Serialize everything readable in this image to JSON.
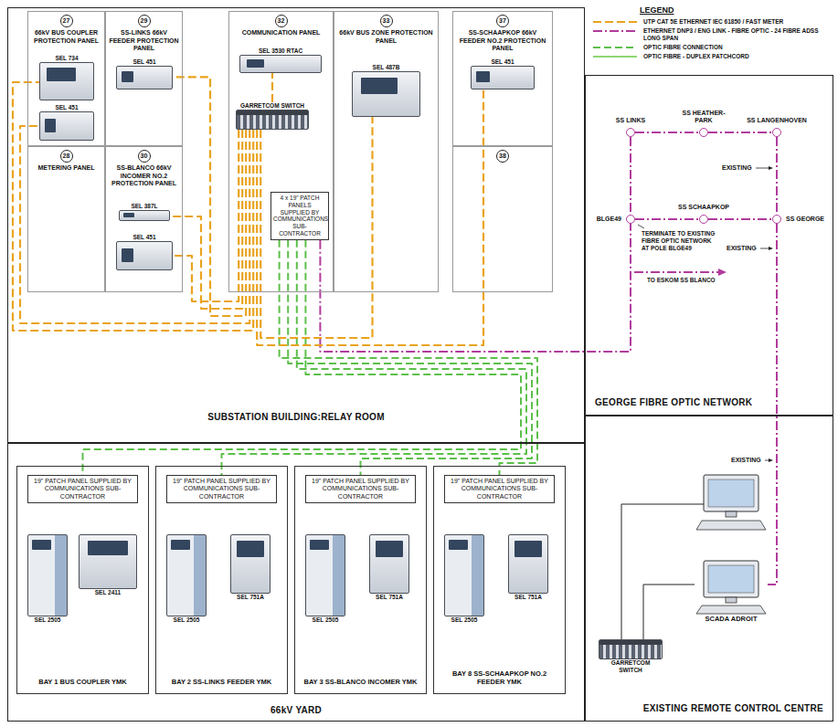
{
  "diagram": {
    "nodes": [
      {
        "text": [
          "SUBSTATION BUILDING:RELAY ROOM"
        ]
      },
      {
        "text": [
          "27",
          "66kV BUS COUPLER PROTECTION PANEL"
        ],
        "in": 0
      },
      {
        "text": [
          "SEL 734"
        ],
        "in": 1
      },
      {
        "text": [
          "SEL 451"
        ],
        "in": 1
      },
      {
        "text": [
          "29",
          "SS-LINKS 66kV FEEDER PROTECTION PANEL"
        ],
        "in": 0
      },
      {
        "text": [
          "SEL 451"
        ],
        "in": 4
      },
      {
        "text": [
          "28",
          "METERING PANEL"
        ],
        "in": 0
      },
      {
        "text": [
          "30",
          "SS-BLANCO 66kV INCOMER NO.2 PROTECTION PANEL"
        ],
        "in": 0
      },
      {
        "text": [
          "SEL 387L"
        ],
        "in": 7
      },
      {
        "text": [
          "SEL 451"
        ],
        "in": 7
      },
      {
        "text": [
          "32",
          "COMMUNICATION PANEL"
        ],
        "in": 0
      },
      {
        "text": [
          "SEL 3530 RTAC"
        ],
        "in": 10
      },
      {
        "text": [
          "GARRETCOM SWITCH"
        ],
        "in": 10
      },
      {
        "text": [
          "4 x 19\" PATCH PANELS SUPPLIED BY COMMUNICATIONS SUB-CONTRACTOR"
        ],
        "in": 10
      },
      {
        "text": [
          "33",
          "66kV BUS ZONE PROTECTION PANEL"
        ],
        "in": 0
      },
      {
        "text": [
          "SEL 487B"
        ],
        "in": 14
      },
      {
        "text": [
          "37",
          "SS-SCHAAPKOP 66kV FEEDER NO.2 PROTECTION PANEL"
        ],
        "in": 0
      },
      {
        "text": [
          "SEL 451"
        ],
        "in": 16
      },
      {
        "text": [
          "38"
        ],
        "in": 0
      },
      {
        "text": [
          "66kV YARD"
        ]
      },
      {
        "text": [
          "BAY 1 BUS COUPLER YMK"
        ],
        "in": 19
      },
      {
        "text": [
          "19\" PATCH PANEL SUPPLIED BY COMMUNICATIONS SUB-CONTRACTOR"
        ],
        "in": 20
      },
      {
        "text": [
          "SEL 2505"
        ],
        "in": 20
      },
      {
        "text": [
          "SEL 2411"
        ],
        "in": 20
      },
      {
        "text": [
          "BAY 2 SS-LINKS FEEDER YMK"
        ],
        "in": 19
      },
      {
        "text": [
          "19\" PATCH PANEL SUPPLIED BY COMMUNICATIONS SUB-CONTRACTOR"
        ],
        "in": 24
      },
      {
        "text": [
          "SEL 2505"
        ],
        "in": 24
      },
      {
        "text": [
          "SEL 751A"
        ],
        "in": 24
      },
      {
        "text": [
          "BAY 3 SS-BLANCO INCOMER YMK"
        ],
        "in": 19
      },
      {
        "text": [
          "19\" PATCH PANEL SUPPLIED BY COMMUNICATIONS SUB-CONTRACTOR"
        ],
        "in": 28
      },
      {
        "text": [
          "SEL 2505"
        ],
        "in": 28
      },
      {
        "text": [
          "SEL 751A"
        ],
        "in": 28
      },
      {
        "text": [
          "BAY 8 SS-SCHAAPKOP NO.2 FEEDER YMK"
        ],
        "in": 19
      },
      {
        "text": [
          "19\" PATCH PANEL SUPPLIED BY COMMUNICATIONS SUB-CONTRACTOR"
        ],
        "in": 32
      },
      {
        "text": [
          "SEL 2505"
        ],
        "in": 32
      },
      {
        "text": [
          "SEL 751A"
        ],
        "in": 32
      },
      {
        "text": [
          "GEORGE FIBRE OPTIC NETWORK"
        ]
      },
      {
        "text": [
          "SS LINKS"
        ],
        "in": 36
      },
      {
        "text": [
          "SS HEATHER-PARK"
        ],
        "in": 36
      },
      {
        "text": [
          "SS LANGENHOVEN"
        ],
        "in": 36
      },
      {
        "text": [
          "BLGE49"
        ],
        "in": 36
      },
      {
        "text": [
          "SS SCHAAPKOP"
        ],
        "in": 36
      },
      {
        "text": [
          "SS GEORGE"
        ],
        "in": 36
      },
      {
        "text": [
          "EXISTING REMOTE CONTROL CENTRE"
        ]
      },
      {
        "text": [
          "GARRETCOM SWITCH"
        ],
        "in": 43
      },
      {
        "text": [
          "SCADA ADROIT"
        ],
        "in": 43
      }
    ],
    "edges": [
      {
        "from": 37,
        "to": 38,
        "arrow": "none"
      },
      {
        "from": 38,
        "to": 39,
        "arrow": "none"
      },
      {
        "from": 37,
        "to": 40,
        "arrow": "none"
      },
      {
        "from": 39,
        "to": 42,
        "arrow": "none"
      },
      {
        "from": 40,
        "to": 41,
        "arrow": "none"
      },
      {
        "from": 41,
        "to": 42,
        "arrow": "none"
      },
      {
        "from": 13,
        "to": 40,
        "arrow": "none"
      },
      {
        "from": 13,
        "to": 21,
        "arrow": "none"
      },
      {
        "from": 13,
        "to": 25,
        "arrow": "none"
      },
      {
        "from": 13,
        "to": 29,
        "arrow": "none"
      },
      {
        "from": 13,
        "to": 33,
        "arrow": "none"
      },
      {
        "from": 12,
        "to": 2,
        "arrow": "none"
      },
      {
        "from": 12,
        "to": 3,
        "arrow": "none"
      },
      {
        "from": 12,
        "to": 5,
        "arrow": "none"
      },
      {
        "from": 12,
        "to": 8,
        "arrow": "none"
      },
      {
        "from": 12,
        "to": 9,
        "arrow": "none"
      },
      {
        "from": 12,
        "to": 11,
        "arrow": "none"
      },
      {
        "from": 12,
        "to": 15,
        "arrow": "none"
      },
      {
        "from": 12,
        "to": 17,
        "arrow": "none"
      },
      {
        "from": 42,
        "to": 45,
        "arrow": "none"
      },
      {
        "from": 44,
        "to": 45,
        "arrow": "none"
      }
    ],
    "labels": [
      "LEGEND",
      "EXISTING",
      "EXISTING",
      "TERMINATE TO EXISTING FIBRE OPTIC NETWORK AT POLE BLGE49",
      "TO ESKOM SS BLANCO",
      "EXISTING"
    ],
    "legend": [
      {
        "text": "UTP CAT 5E ETHERNET IEC 61850 / FAST METER"
      },
      {
        "text": "ETHERNET DNP3 / ENG LINK - FIBRE OPTIC - 24 FIBRE ADSS LONG SPAN"
      },
      {
        "text": "OPTIC FIBRE CONNECTION"
      },
      {
        "text": "OPTIC FIBRE - DUPLEX PATCHCORD"
      }
    ]
  }
}
